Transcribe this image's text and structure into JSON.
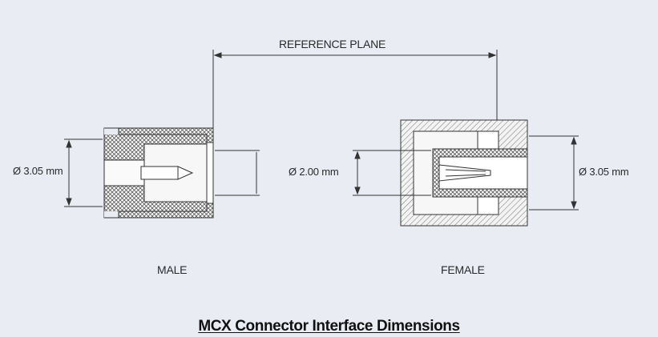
{
  "diagram": {
    "title": "MCX Connector Interface Dimensions",
    "reference_plane_label": "REFERENCE PLANE",
    "male": {
      "label": "MALE",
      "outer_diameter": "Ø 3.05 mm"
    },
    "female": {
      "label": "FEMALE",
      "inner_diameter": "Ø 2.00 mm",
      "outer_diameter": "Ø 3.05 mm"
    }
  }
}
